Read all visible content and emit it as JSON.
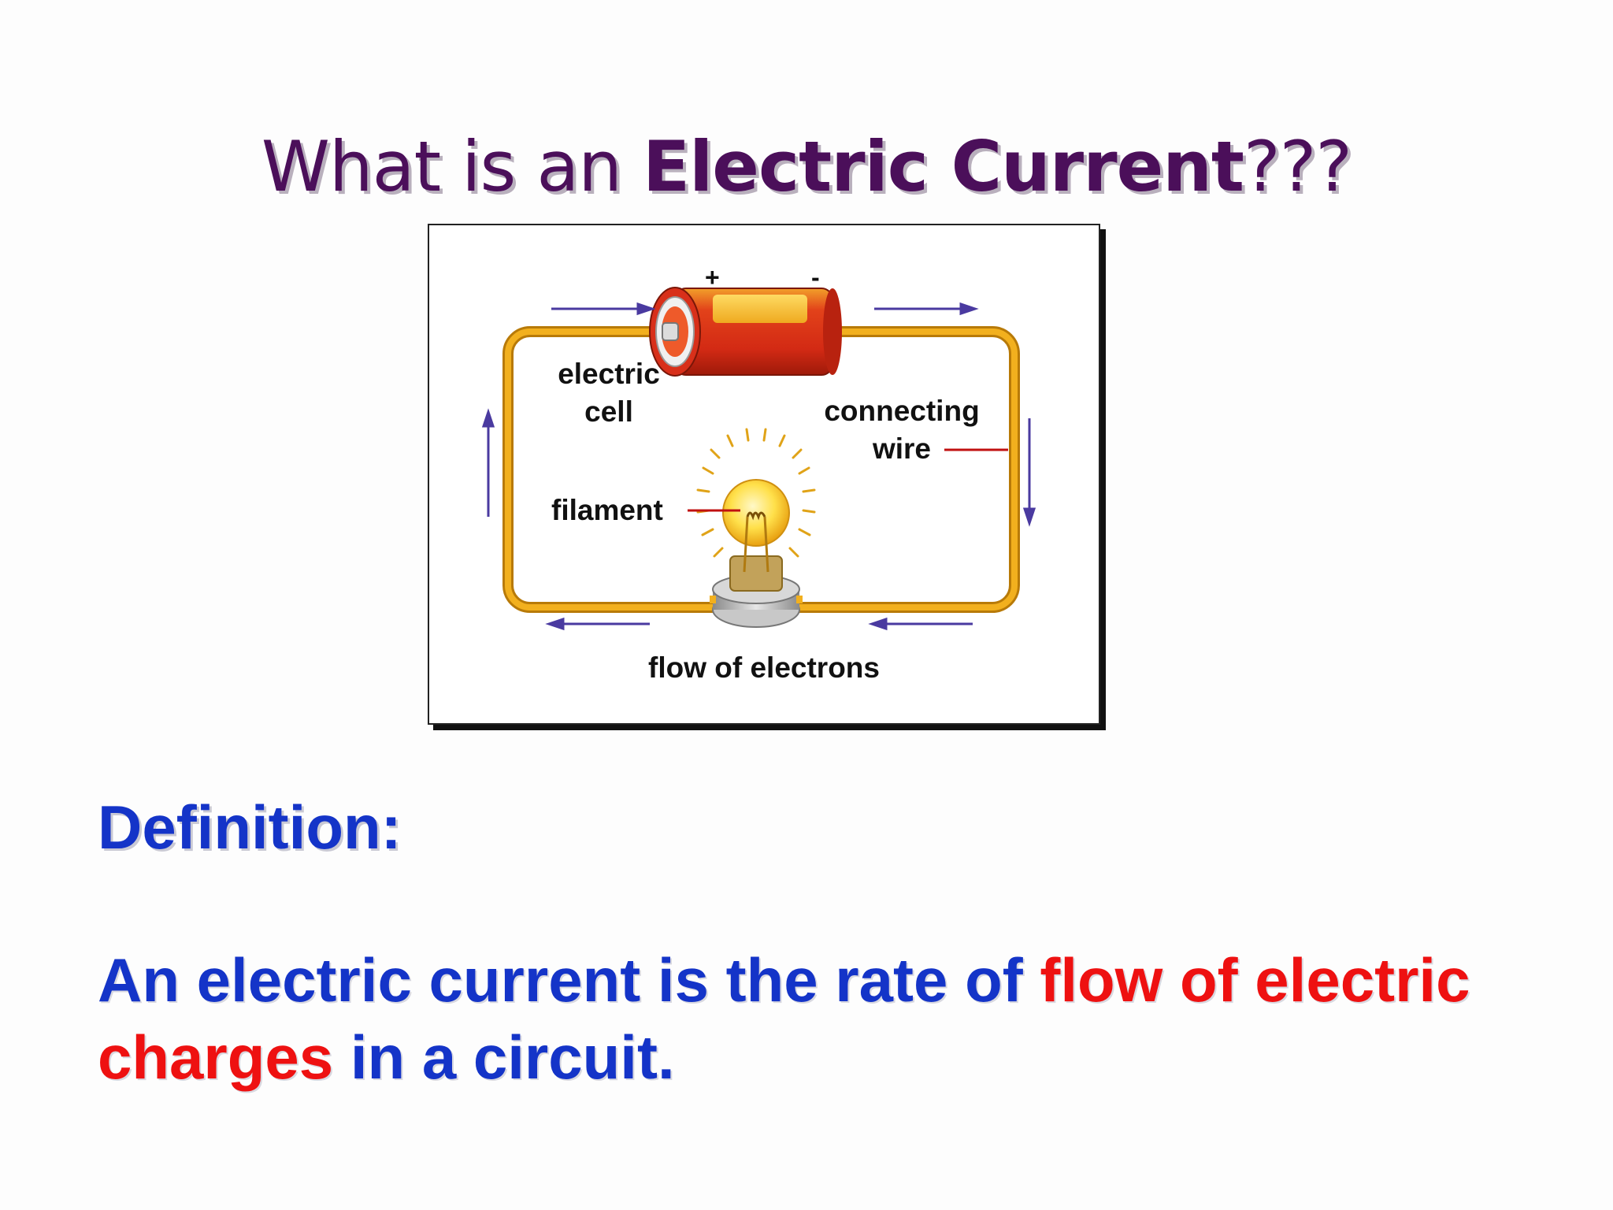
{
  "slide": {
    "title_prefix": "What is an ",
    "title_bold": "Electric Current",
    "title_suffix": "???",
    "diagram": {
      "labels": {
        "plus": "+",
        "minus": "-",
        "electric": "electric",
        "cell": "cell",
        "connecting": "connecting",
        "wire": "wire",
        "filament": "filament",
        "flow_of_electrons": "flow of electrons"
      }
    },
    "definition_heading": "Definition:",
    "definition": {
      "part1": "An electric current is the rate of ",
      "part2": "flow of electric",
      "part3": "charges",
      "part4": " in a circuit."
    }
  },
  "colors": {
    "title": "#4b0f5a",
    "definition_blue": "#1434c8",
    "highlight_red": "#ee1111",
    "wire": "#e8a413",
    "arrow": "#4a3aa0"
  }
}
